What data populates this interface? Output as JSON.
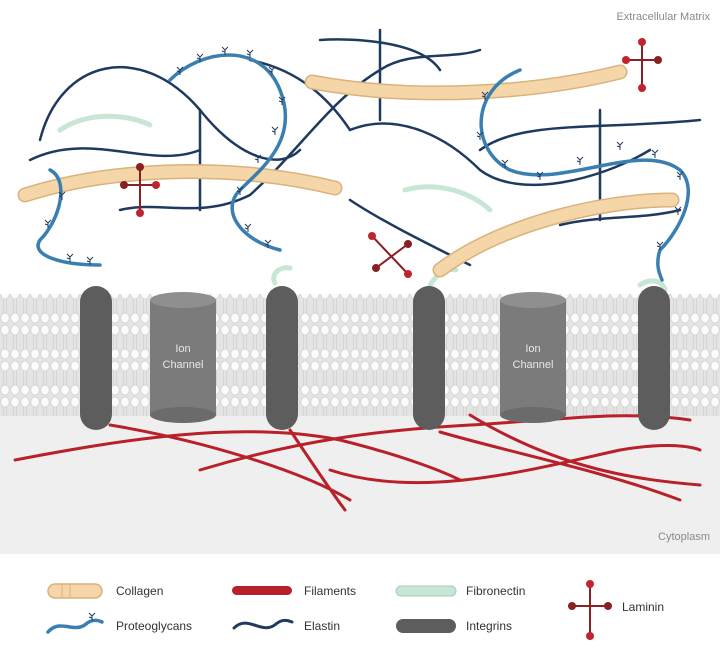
{
  "regions": {
    "extracellular": "Extracellular Matrix",
    "cytoplasm": "Cytoplasm"
  },
  "channels": [
    {
      "line1": "Ion",
      "line2": "Channel"
    },
    {
      "line1": "Ion",
      "line2": "Channel"
    }
  ],
  "legend": {
    "collagen": "Collagen",
    "proteoglycans": "Proteoglycans",
    "filaments": "Filaments",
    "elastin": "Elastin",
    "fibronectin": "Fibronectin",
    "integrins": "Integrins",
    "laminin": "Laminin"
  },
  "colors": {
    "collagen": "#f5d6a8",
    "collagen_stroke": "#d9b27c",
    "proteoglycan": "#3a7fb0",
    "filament": "#b8202a",
    "elastin": "#1f3a5f",
    "fibronectin": "#c8e6d6",
    "integrin": "#5d5d5d",
    "laminin": "#8a1f24",
    "laminin_node": "#c0242e",
    "membrane": "#e9e9e9",
    "cytoplasm": "#efefef"
  },
  "icons": [
    "collagen-icon",
    "proteoglycan-icon",
    "filament-icon",
    "elastin-icon",
    "fibronectin-icon",
    "integrin-icon",
    "laminin-icon"
  ]
}
